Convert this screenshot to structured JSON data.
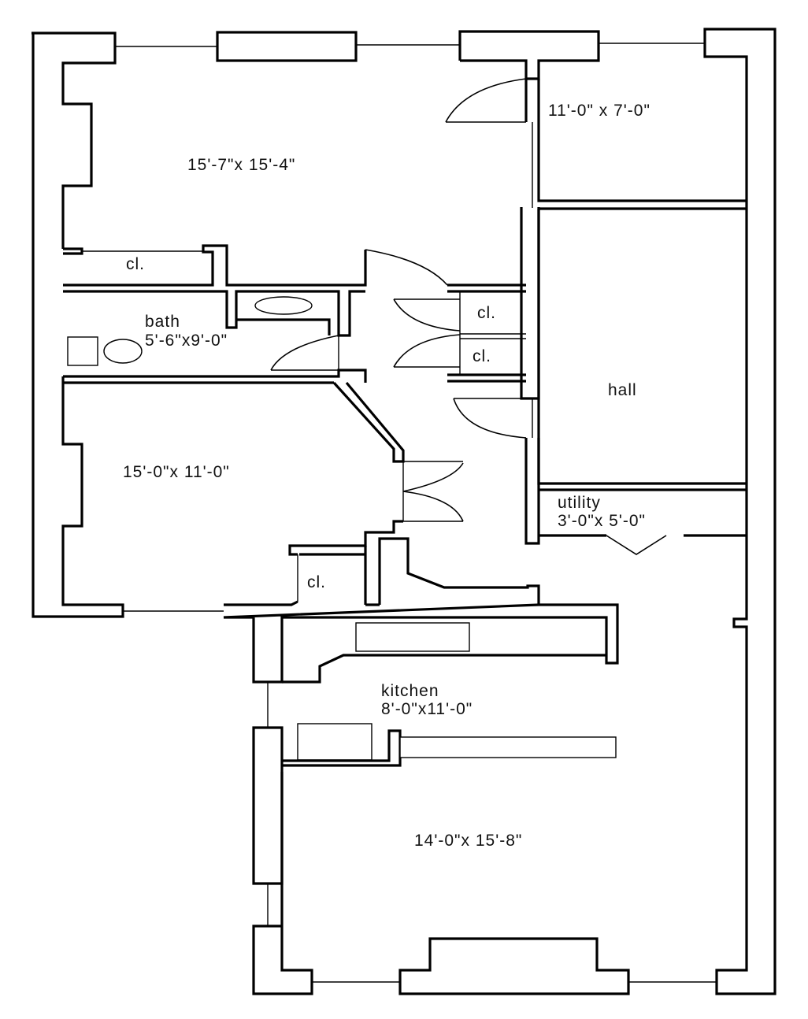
{
  "plan": {
    "rooms": [
      {
        "id": "bedroom-1",
        "dimensions": "15'-7\"x 15'-4\""
      },
      {
        "id": "small-room",
        "dimensions": "11'-0\" x 7'-0\""
      },
      {
        "id": "hall",
        "name": "hall"
      },
      {
        "id": "bath",
        "name": "bath",
        "dimensions": "5'-6\"x9'-0\""
      },
      {
        "id": "bedroom-2",
        "dimensions": "15'-0\"x 11'-0\""
      },
      {
        "id": "utility",
        "name": "utility",
        "dimensions": "3'-0\"x 5'-0\""
      },
      {
        "id": "kitchen",
        "name": "kitchen",
        "dimensions": "8'-0\"x11'-0\""
      },
      {
        "id": "living-room",
        "dimensions": "14'-0\"x 15'-8\""
      }
    ],
    "closets": [
      {
        "id": "closet-bedroom-1",
        "name": "cl."
      },
      {
        "id": "closet-hall-upper",
        "name": "cl."
      },
      {
        "id": "closet-hall-lower",
        "name": "cl."
      },
      {
        "id": "closet-bedroom-2",
        "name": "cl."
      }
    ]
  }
}
